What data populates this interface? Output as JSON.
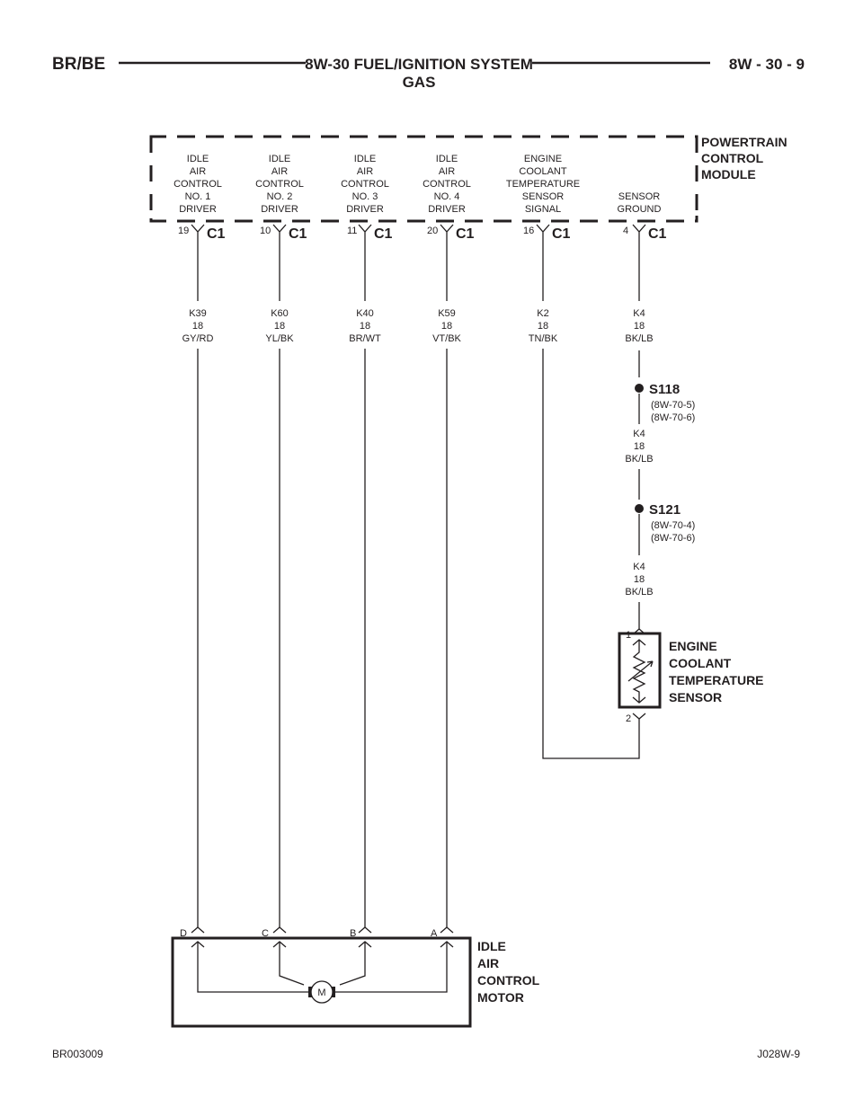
{
  "header": {
    "left": "BR/BE",
    "title_line1": "8W-30 FUEL/IGNITION SYSTEM",
    "title_line2": "GAS",
    "right": "8W - 30 - 9"
  },
  "pcm": {
    "name": [
      "POWERTRAIN",
      "CONTROL",
      "MODULE"
    ],
    "circuits": [
      {
        "function": [
          "IDLE",
          "AIR",
          "CONTROL",
          "NO. 1",
          "DRIVER"
        ],
        "pin": "19",
        "connector": "C1",
        "wire": [
          "K39",
          "18",
          "GY/RD"
        ]
      },
      {
        "function": [
          "IDLE",
          "AIR",
          "CONTROL",
          "NO. 2",
          "DRIVER"
        ],
        "pin": "10",
        "connector": "C1",
        "wire": [
          "K60",
          "18",
          "YL/BK"
        ]
      },
      {
        "function": [
          "IDLE",
          "AIR",
          "CONTROL",
          "NO. 3",
          "DRIVER"
        ],
        "pin": "11",
        "connector": "C1",
        "wire": [
          "K40",
          "18",
          "BR/WT"
        ]
      },
      {
        "function": [
          "IDLE",
          "AIR",
          "CONTROL",
          "NO. 4",
          "DRIVER"
        ],
        "pin": "20",
        "connector": "C1",
        "wire": [
          "K59",
          "18",
          "VT/BK"
        ]
      },
      {
        "function": [
          "ENGINE",
          "COOLANT",
          "TEMPERATURE",
          "SENSOR",
          "SIGNAL"
        ],
        "pin": "16",
        "connector": "C1",
        "wire": [
          "K2",
          "18",
          "TN/BK"
        ]
      },
      {
        "function": [
          "SENSOR",
          "GROUND"
        ],
        "pin": "4",
        "connector": "C1",
        "wire": [
          "K4",
          "18",
          "BK/LB"
        ]
      }
    ]
  },
  "splices": [
    {
      "name": "S118",
      "refs": [
        "(8W-70-5)",
        "(8W-70-6)"
      ],
      "wire_after": [
        "K4",
        "18",
        "BK/LB"
      ]
    },
    {
      "name": "S121",
      "refs": [
        "(8W-70-4)",
        "(8W-70-6)"
      ],
      "wire_after": [
        "K4",
        "18",
        "BK/LB"
      ]
    }
  ],
  "ect_sensor": {
    "name": [
      "ENGINE",
      "COOLANT",
      "TEMPERATURE",
      "SENSOR"
    ],
    "pin_top": "1",
    "pin_bottom": "2"
  },
  "iac_motor": {
    "name": [
      "IDLE",
      "AIR",
      "CONTROL",
      "MOTOR"
    ],
    "pins": [
      "D",
      "C",
      "B",
      "A"
    ],
    "symbol": "M"
  },
  "footer": {
    "left": "BR003009",
    "right": "J028W-9"
  }
}
